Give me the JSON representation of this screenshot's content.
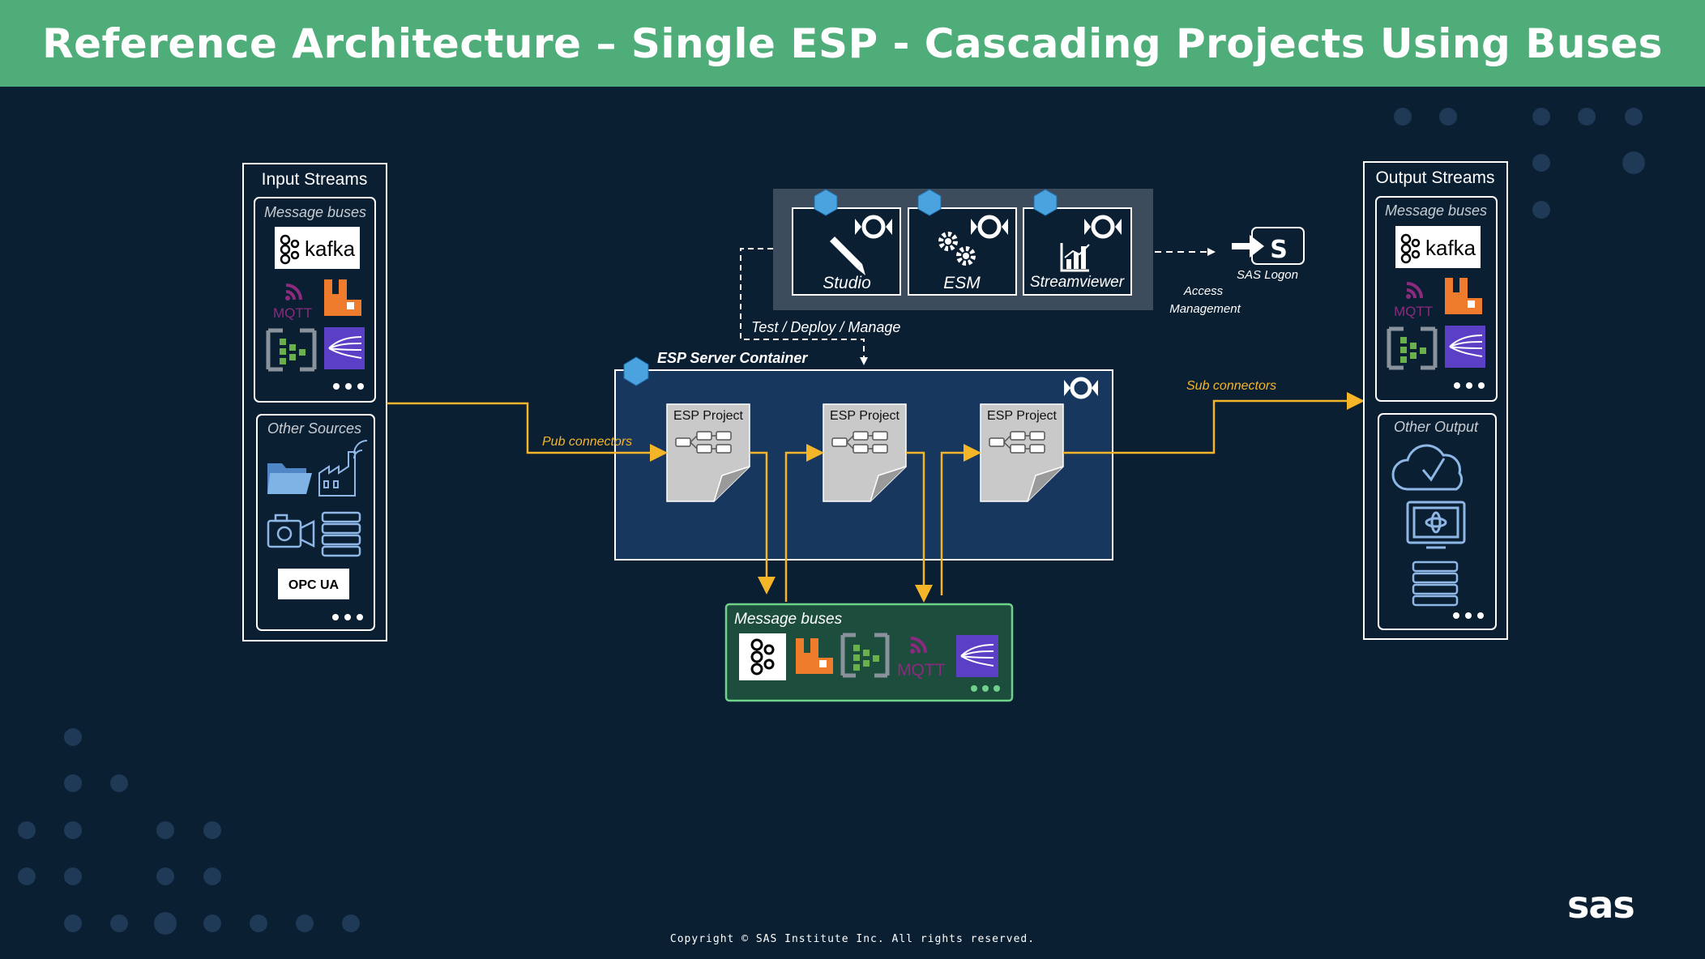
{
  "title": "Reference Architecture – Single ESP - Cascading Projects Using Buses",
  "input_streams": {
    "title": "Input Streams",
    "message_buses_label": "Message buses",
    "other_sources_label": "Other Sources",
    "kafka_label": "kafka",
    "mqtt_label": "MQTT",
    "opcua_label": "OPC UA",
    "icons": [
      "kafka-logo",
      "mqtt-logo",
      "rabbitmq-logo",
      "azure-event-hubs-logo",
      "kinesis-logo",
      "folder-icon",
      "factory-icon",
      "camera-icon",
      "database-icon",
      "opc-ua-logo",
      "more-dots"
    ]
  },
  "output_streams": {
    "title": "Output Streams",
    "message_buses_label": "Message buses",
    "other_output_label": "Other Output",
    "kafka_label": "kafka",
    "mqtt_label": "MQTT",
    "icons": [
      "kafka-logo",
      "mqtt-logo",
      "rabbitmq-logo",
      "azure-event-hubs-logo",
      "kinesis-logo",
      "cloud-icon",
      "monitor-icon",
      "database-icon",
      "more-dots"
    ]
  },
  "tools": [
    {
      "label": "Studio",
      "icon": "pencil-icon"
    },
    {
      "label": "ESM",
      "icon": "gears-icon"
    },
    {
      "label": "Streamviewer",
      "icon": "chart-icon"
    }
  ],
  "sas_logon_label": "SAS Logon",
  "access_management_label": "Access\nManagement",
  "access_management_line1": "Access",
  "access_management_line2": "Management",
  "test_deploy_label": "Test / Deploy / Manage",
  "server_container_label": "ESP Server Container",
  "projects": [
    "ESP Project",
    "ESP Project",
    "ESP Project"
  ],
  "pub_connectors_label": "Pub connectors",
  "sub_connectors_label": "Sub connectors",
  "bottom_bus": {
    "label": "Message buses",
    "mqtt_label": "MQTT"
  },
  "copyright": "Copyright © SAS Institute Inc. All rights reserved.",
  "brand_logo": "sas",
  "colors": {
    "background": "#0b1f33",
    "banner": "#4fad79",
    "connector": "#f5b529",
    "container": "#17375e",
    "tools_panel": "#3c4c5d",
    "bus_panel": "#1d4d3c"
  }
}
